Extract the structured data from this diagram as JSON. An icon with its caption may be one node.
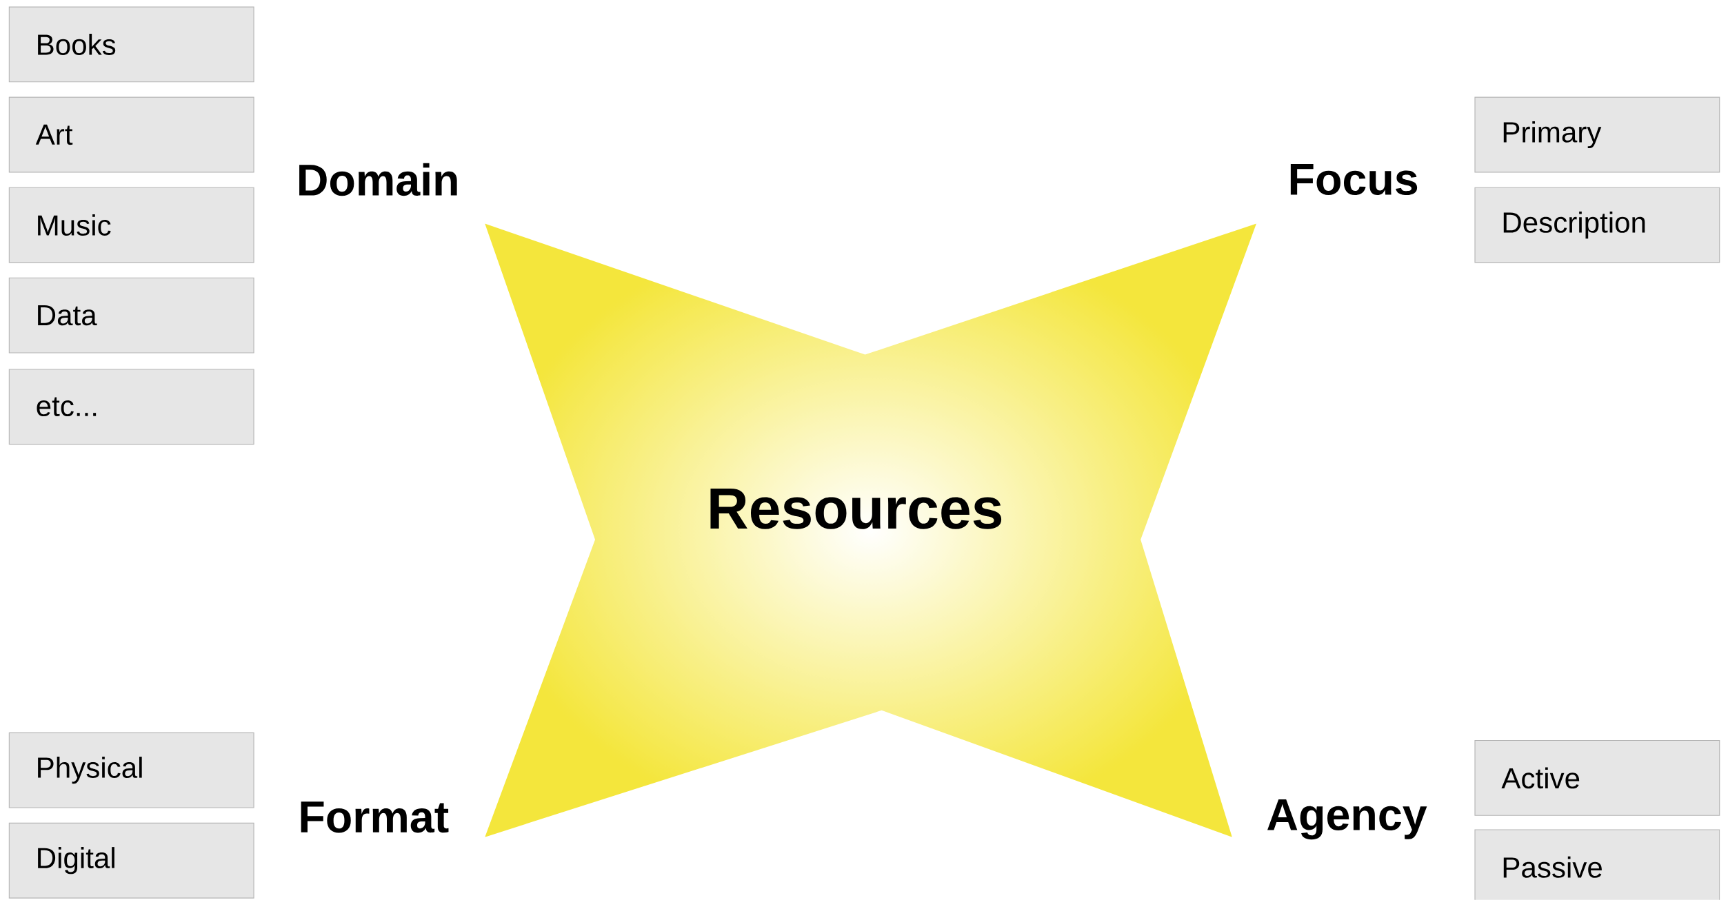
{
  "diagram": {
    "nodes": [
      {
        "text": [
          "Resources"
        ]
      },
      {
        "text": [
          "Books"
        ]
      },
      {
        "text": [
          "Art"
        ]
      },
      {
        "text": [
          "Music"
        ]
      },
      {
        "text": [
          "Data"
        ]
      },
      {
        "text": [
          "etc..."
        ]
      },
      {
        "text": [
          "Primary"
        ]
      },
      {
        "text": [
          "Description"
        ]
      },
      {
        "text": [
          "Physical"
        ]
      },
      {
        "text": [
          "Digital"
        ]
      },
      {
        "text": [
          "Active"
        ]
      },
      {
        "text": [
          "Passive"
        ]
      }
    ],
    "labels": [
      "Domain",
      "Focus",
      "Format",
      "Agency"
    ]
  }
}
